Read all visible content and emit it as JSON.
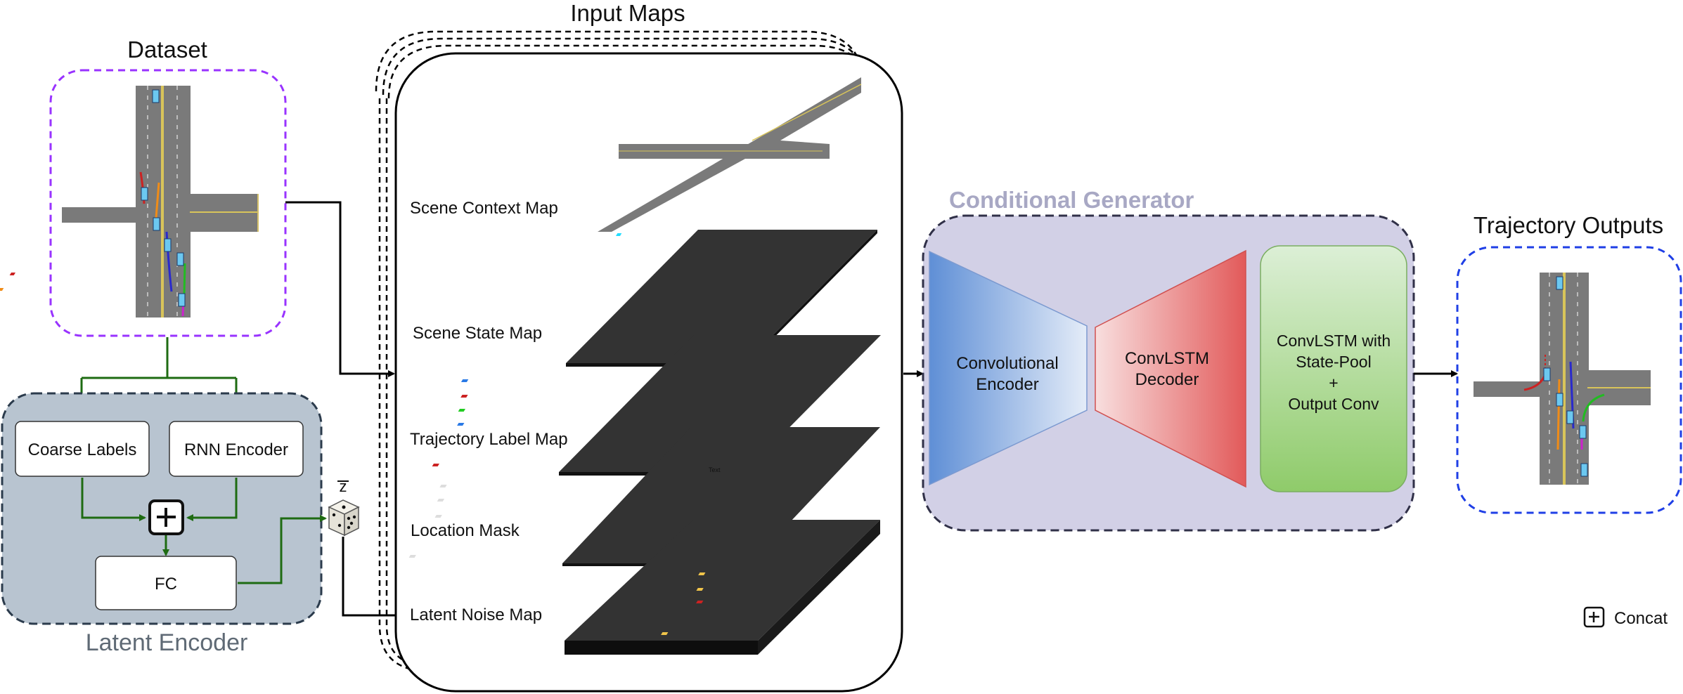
{
  "dataset": {
    "title": "Dataset"
  },
  "latent_encoder": {
    "title": "Latent Encoder",
    "coarse_labels": "Coarse Labels",
    "rnn_encoder": "RNN Encoder",
    "fc": "FC",
    "z_symbol": "z"
  },
  "input_maps": {
    "title": "Input Maps",
    "layers": [
      "Scene Context Map",
      "Scene State Map",
      "Trajectory Label Map",
      "Location Mask",
      "Latent Noise Map"
    ],
    "tiny_note": "Text"
  },
  "generator": {
    "title": "Conditional Generator",
    "encoder": [
      "Convolutional",
      "Encoder"
    ],
    "decoder": [
      "ConvLSTM",
      "Decoder"
    ],
    "head": [
      "ConvLSTM with",
      "State-Pool",
      "+",
      "Output Conv"
    ]
  },
  "outputs": {
    "title": "Trajectory Outputs"
  },
  "legend": {
    "concat_label": "Concat"
  },
  "colors": {
    "dataset_border": "#9933ff",
    "output_border": "#1f3fe6",
    "latent_bg": "#b8c4d0",
    "generator_bg": "#d2d0e6",
    "arrow_green": "#1e6b12",
    "road": "#7a7a7a",
    "map_dark": "#333333"
  }
}
